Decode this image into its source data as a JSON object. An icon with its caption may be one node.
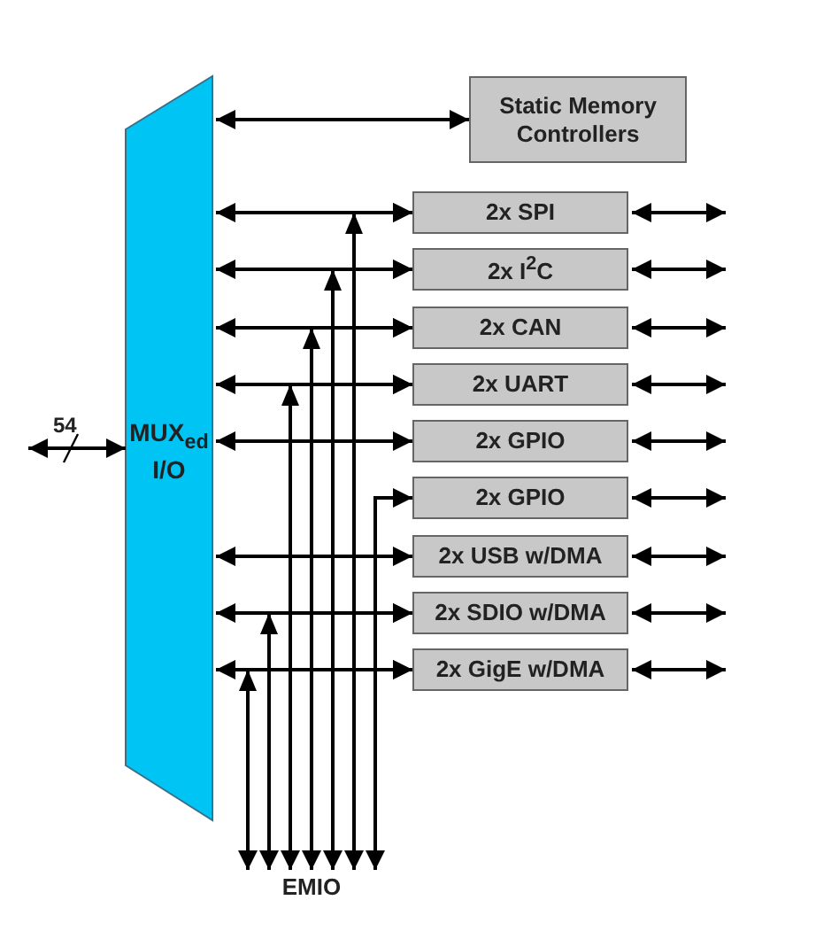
{
  "diagram": {
    "nodes": [
      {
        "text": [
          "MUX$_{ed}$ I/O"
        ]
      },
      {
        "text": [
          "Static Memory Controllers"
        ]
      },
      {
        "text": [
          "2x SPI"
        ]
      },
      {
        "text": [
          "2x I$^{2}$C"
        ]
      },
      {
        "text": [
          "2x CAN"
        ]
      },
      {
        "text": [
          "2x UART"
        ]
      },
      {
        "text": [
          "2x GPIO"
        ]
      },
      {
        "text": [
          "2x GPIO"
        ]
      },
      {
        "text": [
          "2x USB w/DMA"
        ]
      },
      {
        "text": [
          "2x SDIO w/DMA"
        ]
      },
      {
        "text": [
          "2x GigE w/DMA"
        ]
      },
      {
        "text": [
          "EMIO"
        ]
      }
    ],
    "edges": [
      {
        "from": 0,
        "to": 1,
        "arrow": "both"
      },
      {
        "from": 0,
        "to": 2,
        "arrow": "both"
      },
      {
        "from": 0,
        "to": 3,
        "arrow": "both"
      },
      {
        "from": 0,
        "to": 4,
        "arrow": "both"
      },
      {
        "from": 0,
        "to": 5,
        "arrow": "both"
      },
      {
        "from": 0,
        "to": 6,
        "arrow": "both"
      },
      {
        "from": 0,
        "to": 8,
        "arrow": "both"
      },
      {
        "from": 0,
        "to": 9,
        "arrow": "both"
      },
      {
        "from": 0,
        "to": 10,
        "arrow": "both"
      },
      {
        "from": null,
        "to": 0,
        "arrow": "both",
        "label": "54"
      },
      {
        "from": 2,
        "to": null,
        "arrow": "both"
      },
      {
        "from": 3,
        "to": null,
        "arrow": "both"
      },
      {
        "from": 4,
        "to": null,
        "arrow": "both"
      },
      {
        "from": 5,
        "to": null,
        "arrow": "both"
      },
      {
        "from": 6,
        "to": null,
        "arrow": "both"
      },
      {
        "from": 7,
        "to": null,
        "arrow": "both"
      },
      {
        "from": 8,
        "to": null,
        "arrow": "both"
      },
      {
        "from": 9,
        "to": null,
        "arrow": "both"
      },
      {
        "from": 10,
        "to": null,
        "arrow": "both"
      },
      {
        "from": 11,
        "to": 2,
        "arrow": "both"
      },
      {
        "from": 11,
        "to": 3,
        "arrow": "both"
      },
      {
        "from": 11,
        "to": 4,
        "arrow": "both"
      },
      {
        "from": 11,
        "to": 5,
        "arrow": "both"
      },
      {
        "from": 11,
        "to": 7,
        "arrow": "both"
      },
      {
        "from": 11,
        "to": 9,
        "arrow": "both"
      },
      {
        "from": 11,
        "to": 10,
        "arrow": "both"
      }
    ]
  }
}
